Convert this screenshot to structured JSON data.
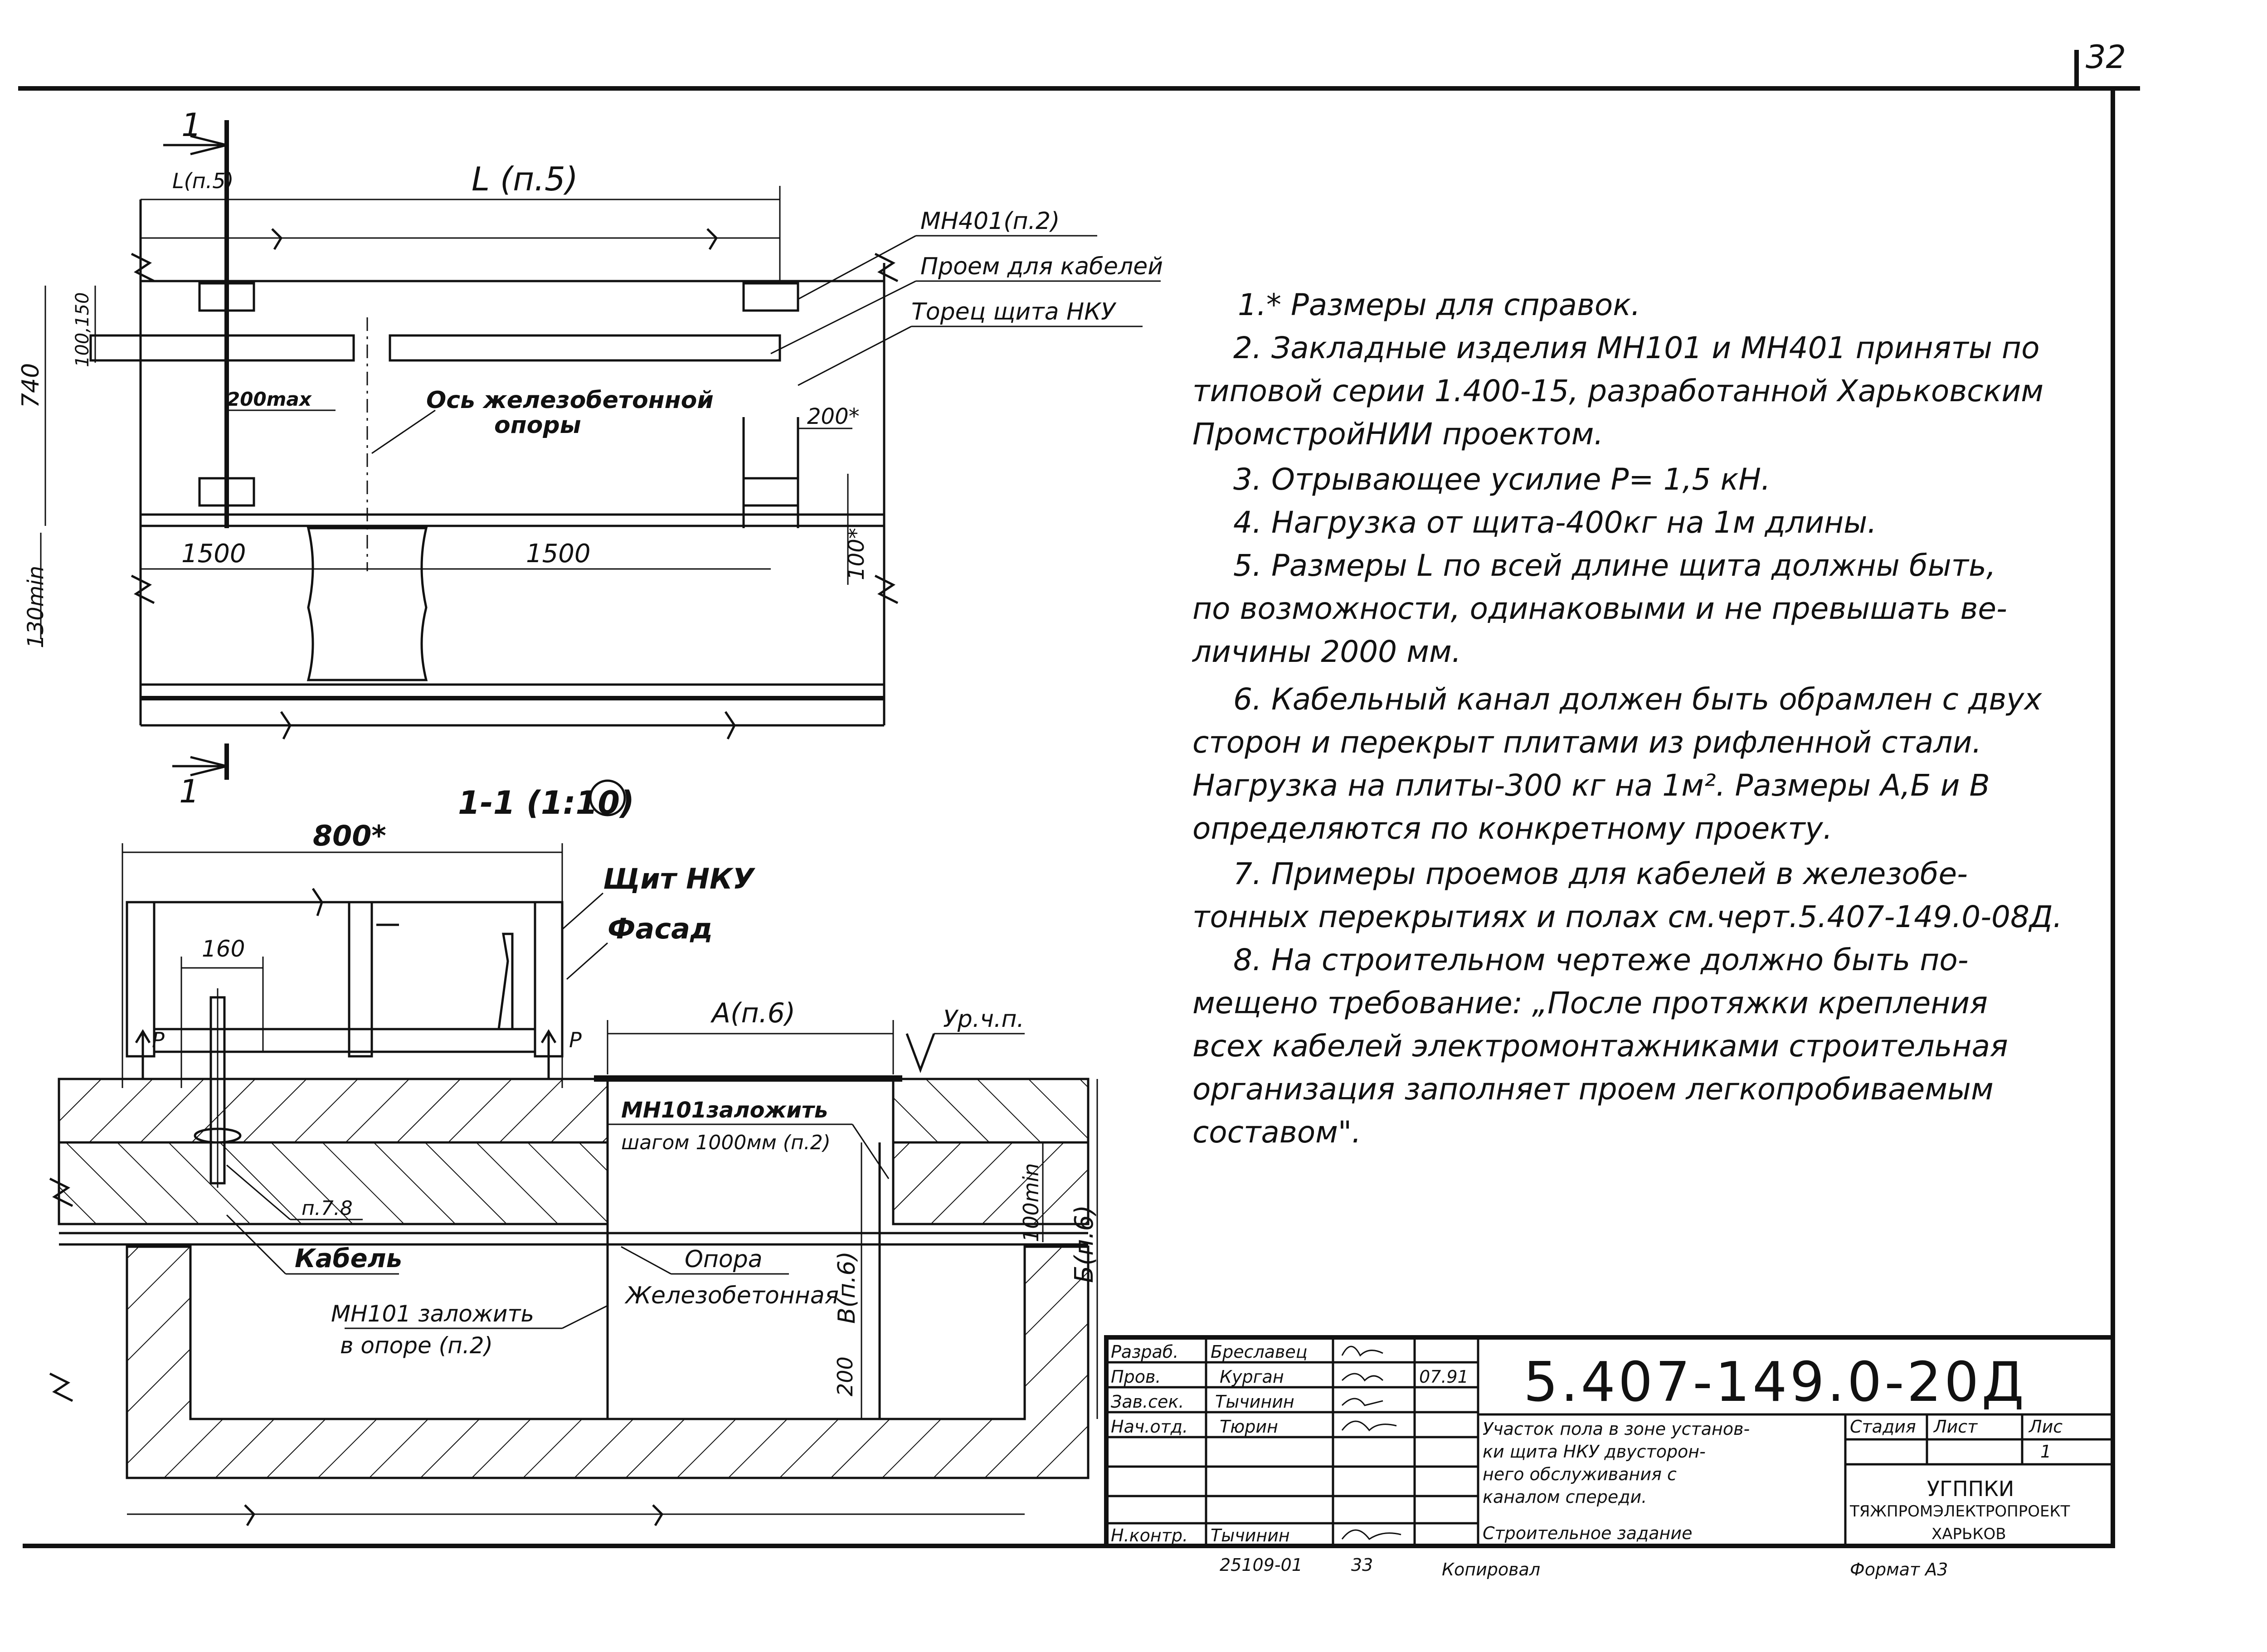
{
  "page_number": "32",
  "plan": {
    "section_mark": "1",
    "l_left": "L(п.5)",
    "l_main": "L (п.5)",
    "mn401": "МН401(п.2)",
    "opening": "Проем для кабелей",
    "panel_end": "Торец щита НКУ",
    "axis_label_1": "Ось железобетонной",
    "axis_label_2": "опоры",
    "dim_200max": "200max",
    "dim_200star": "200*",
    "dim_740": "740",
    "dim_100_150": "100,150",
    "dim_130min": "130min",
    "dim_100star": "100*",
    "dim_1500_left": "1500",
    "dim_1500_right": "1500"
  },
  "section": {
    "title": "1-1 (1:10)",
    "dim_800": "800*",
    "dim_160": "160",
    "panel": "Щит НКУ",
    "facade": "Фасад",
    "a_dim": "А(п.6)",
    "floor_level": "Ур.ч.п.",
    "p_left": "P",
    "p_right": "P",
    "mn101_step_1": "МН101заложить",
    "mn101_step_2": "шагом 1000мм (п.2)",
    "p78": "п.7.8",
    "cable": "Кабель",
    "support_1": "Опора",
    "support_2": "Железобетонная",
    "mn101_support_1": "МН101 заложить",
    "mn101_support_2": "в опоре (п.2)",
    "dim_200": "200",
    "dim_100min": "100min",
    "b_inner": "В(п.6)",
    "b_outer": "Б(п.6)"
  },
  "notes": [
    "1.* Размеры для справок.",
    "2. Закладные изделия МН101 и МН401 приняты по",
    "типовой серии 1.400-15, разработанной Харьковским",
    "ПромстройНИИ проектом.",
    "3. Отрывающее усилие Р= 1,5 кН.",
    "4. Нагрузка от щита-400кг на 1м длины.",
    "5. Размеры L по всей длине щита должны быть,",
    "по возможности, одинаковыми и не превышать ве-",
    "личины 2000 мм.",
    "6. Кабельный канал должен быть обрамлен с двух",
    "сторон и перекрыт плитами из рифленной стали.",
    "Нагрузка на плиты-300 кг на 1м². Размеры А,Б и В",
    "определяются по конкретному проекту.",
    "7. Примеры проемов для кабелей в железобе-",
    "тонных перекрытиях и полах см.черт.5.407-149.0-08Д.",
    "8. На строительном чертеже должно быть по-",
    "мещено требование: „После протяжки крепления",
    "всех кабелей электромонтажниками строительная",
    "организация заполняет проем легкопробиваемым",
    "составом\"."
  ],
  "title_block": {
    "code": "5.407-149.0-20Д",
    "rows": [
      {
        "role": "Разраб.",
        "name": "Бреславец"
      },
      {
        "role": "Пров.",
        "name": "Курган"
      },
      {
        "role": "Зав.сек.",
        "name": "Тычинин"
      },
      {
        "role": "Нач.отд.",
        "name": "Тюрин"
      }
    ],
    "date": "07.91",
    "desc": [
      "Участок пола в зоне установ-",
      "ки щита НКУ двусторон-",
      "него обслуживания с",
      "каналом спереди.",
      "Строительное задание"
    ],
    "stage_label": "Стадия",
    "sheet_label": "Лист",
    "sheets_label": "Лис",
    "sheet_value": "1",
    "org_1": "УГППКИ",
    "org_2": "ТЯЖПРОМЭЛЕКТРОПРОЕКТ",
    "org_3": "ХАРЬКОВ",
    "nkontr_role": "Н.контр.",
    "nkontr_name": "Тычинин",
    "bottom_num": "25109-01",
    "bottom_page": "33",
    "copied": "Копировал",
    "format": "Формат А3"
  }
}
